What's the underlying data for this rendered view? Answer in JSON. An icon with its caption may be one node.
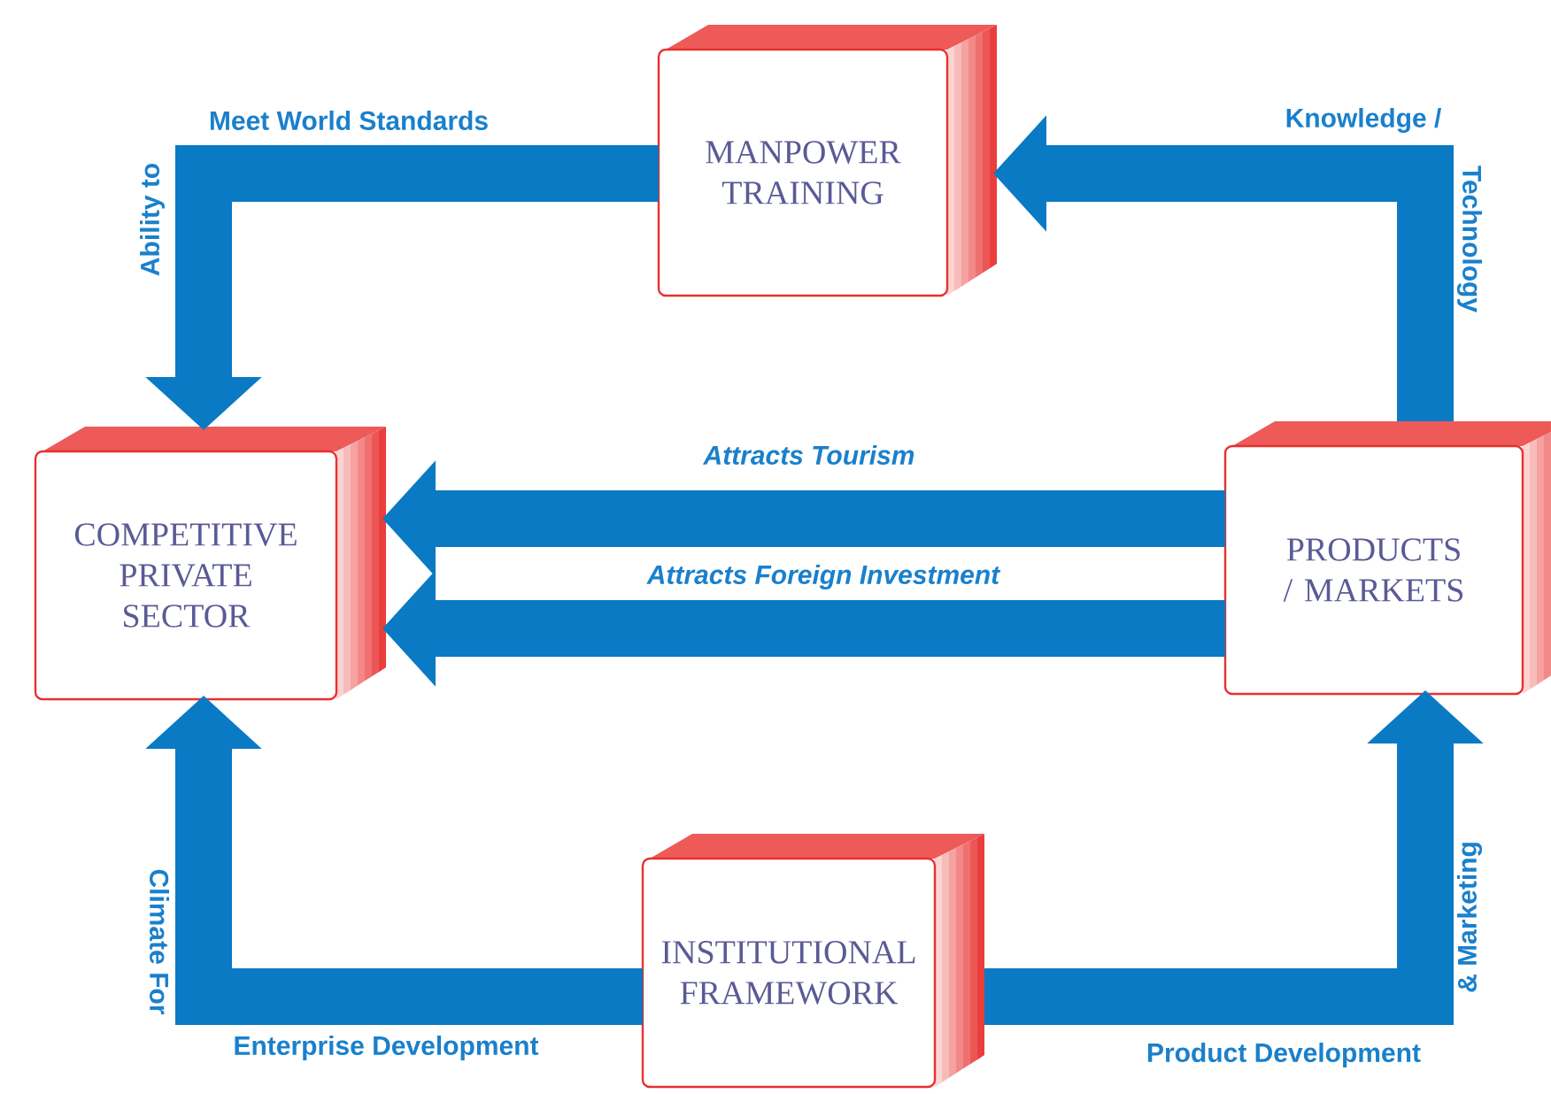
{
  "diagram": {
    "nodes": [
      {
        "text": [
          "MANPOWER TRAINING"
        ]
      },
      {
        "text": [
          "COMPETITIVE PRIVATE SECTOR"
        ]
      },
      {
        "text": [
          "PRODUCTS / MARKETS"
        ]
      },
      {
        "text": [
          "INSTITUTIONAL FRAMEWORK"
        ]
      }
    ],
    "edges": [
      {
        "from": 0,
        "to": 1,
        "arrow": "to"
      },
      {
        "from": 2,
        "to": 0,
        "arrow": "to"
      },
      {
        "from": 2,
        "to": 1,
        "arrow": "to",
        "label": "Attracts Tourism"
      },
      {
        "from": 2,
        "to": 1,
        "arrow": "to",
        "label": "Attracts Foreign Investment"
      },
      {
        "from": 3,
        "to": 1,
        "arrow": "to"
      },
      {
        "from": 3,
        "to": 2,
        "arrow": "to"
      }
    ],
    "labels": [
      "Meet World Standards",
      "Ability to",
      "Knowledge /",
      "Technology",
      "Climate For",
      "Enterprise Development",
      "Product Development",
      "& Marketing"
    ]
  }
}
